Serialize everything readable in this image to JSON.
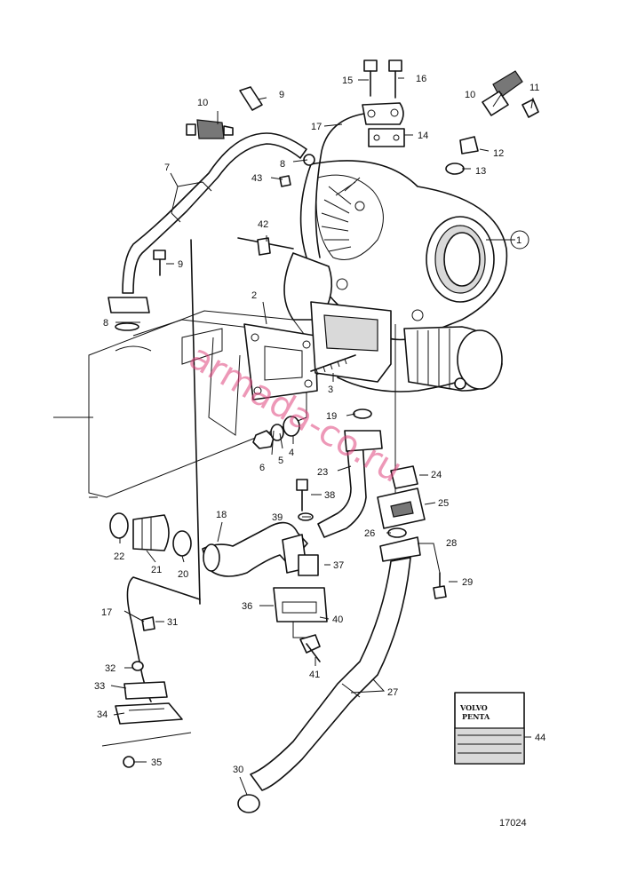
{
  "watermark": "armada-co.ru",
  "drawing_number": "17024",
  "manual_brand": [
    "VOLVO",
    "PENTA"
  ],
  "callouts": {
    "c1": "1",
    "c2": "2",
    "c3": "3",
    "c4": "4",
    "c5": "5",
    "c6": "6",
    "c7": "7",
    "c8a": "8",
    "c8b": "8",
    "c9a": "9",
    "c9b": "9",
    "c10a": "10",
    "c10b": "10",
    "c11": "11",
    "c12": "12",
    "c13": "13",
    "c14": "14",
    "c15": "15",
    "c16": "16",
    "c17a": "17",
    "c17b": "17",
    "c18": "18",
    "c19": "19",
    "c20": "20",
    "c21": "21",
    "c22": "22",
    "c23": "23",
    "c24": "24",
    "c25": "25",
    "c26": "26",
    "c27": "27",
    "c28": "28",
    "c29": "29",
    "c30": "30",
    "c31": "31",
    "c32": "32",
    "c33": "33",
    "c34": "34",
    "c35": "35",
    "c36": "36",
    "c37": "37",
    "c38": "38",
    "c39": "39",
    "c40": "40",
    "c41": "41",
    "c42": "42",
    "c43": "43",
    "c44": "44"
  }
}
